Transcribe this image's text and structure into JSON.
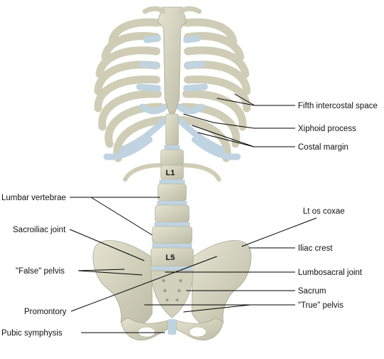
{
  "labels": {
    "fifth_intercostal_space": "Fifth intercostal space",
    "xiphoid_process": "Xiphoid process",
    "costal_margin": "Costal margin",
    "lumbar_vertebrae": "Lumbar vertebrae",
    "lt_os_coxae": "Lt os coxae",
    "sacroiliac_joint": "Sacroiliac joint",
    "iliac_crest": "Iliac crest",
    "false_pelvis": "\"False\" pelvis",
    "lumbosacral_joint": "Lumbosacral joint",
    "sacrum": "Sacrum",
    "promontory": "Promontory",
    "true_pelvis": "\"True\" pelvis",
    "pubic_symphysis": "Pubic symphysis"
  },
  "vertebra_labels": {
    "l1": "L1",
    "l5": "L5"
  },
  "colors": {
    "bone": "#d9d8c4",
    "bone_shadow": "#b8b7a2",
    "cartilage": "#bfd3e0",
    "line": "#000000"
  }
}
